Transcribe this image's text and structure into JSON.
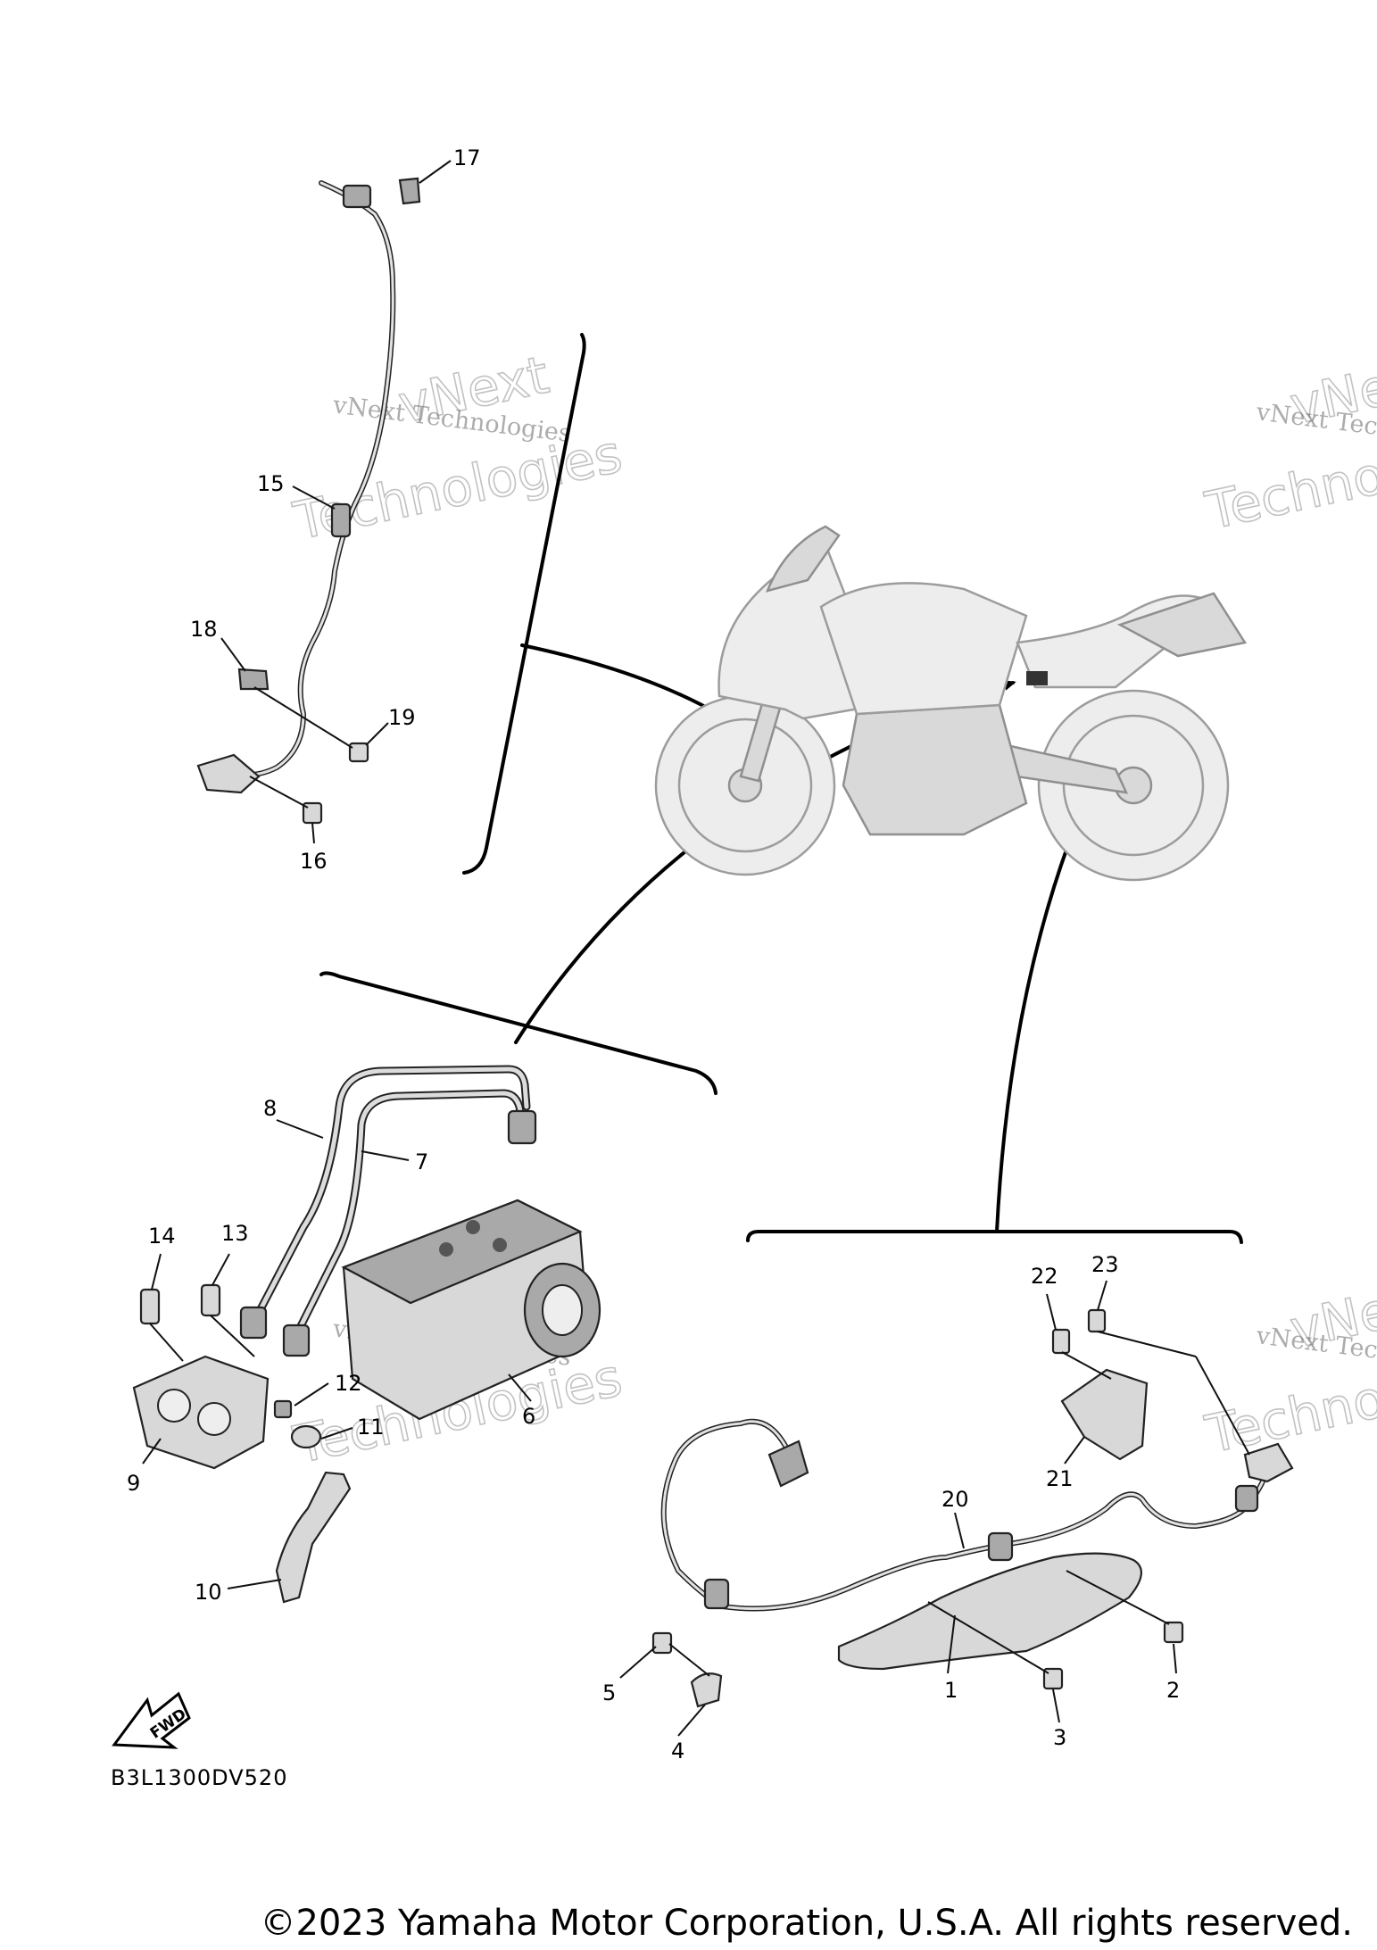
{
  "diagram": {
    "code": "B3L1300DV520",
    "fwd_label": "FWD",
    "copyright": "©2023 Yamaha Motor Corporation, U.S.A. All rights reserved.",
    "watermark": {
      "small": "vNext Technologies",
      "big_top": "vNext",
      "big_bottom": "Technologies"
    },
    "callouts": [
      "1",
      "2",
      "3",
      "4",
      "5",
      "6",
      "7",
      "8",
      "9",
      "10",
      "11",
      "12",
      "13",
      "14",
      "15",
      "16",
      "17",
      "18",
      "19",
      "20",
      "21",
      "22",
      "23"
    ]
  }
}
